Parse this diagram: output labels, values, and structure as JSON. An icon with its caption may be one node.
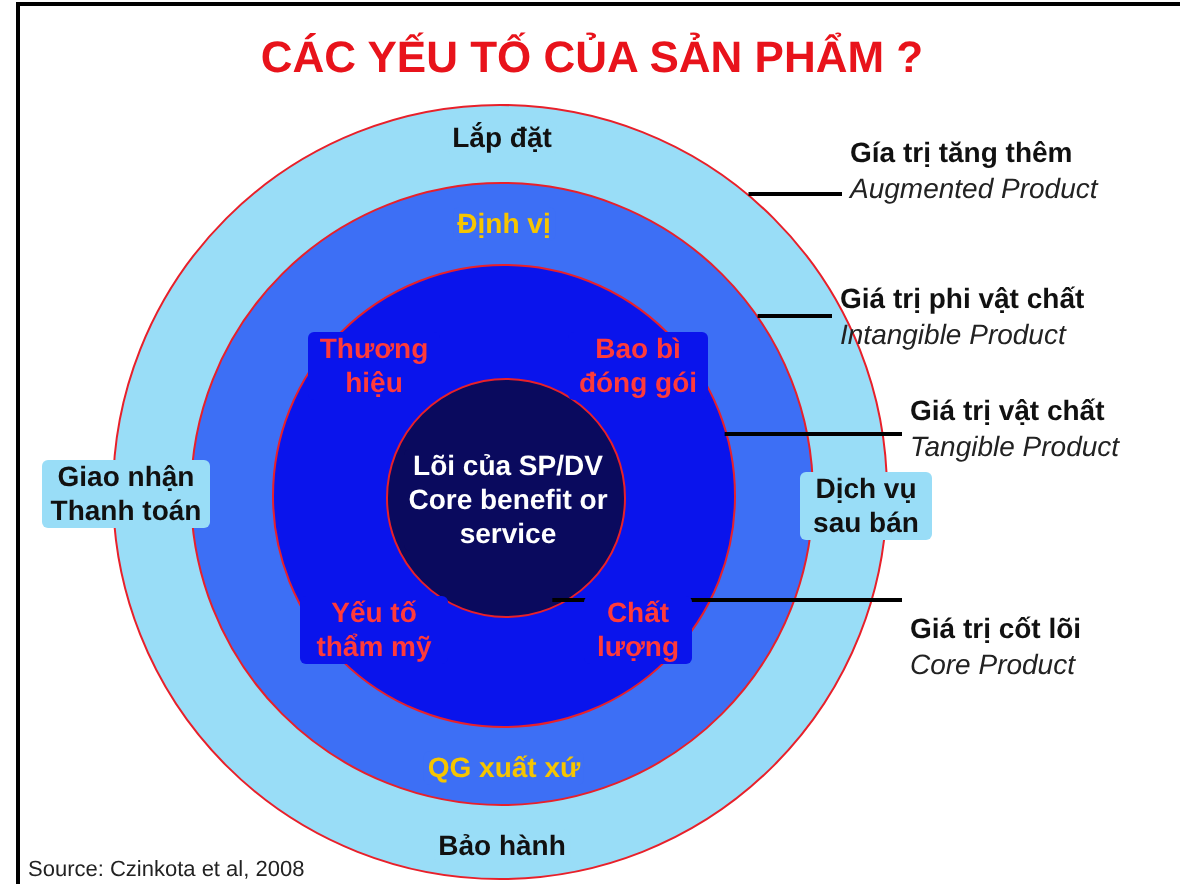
{
  "diagram": {
    "title": "CÁC YẾU TỐ CỦA SẢN PHẨM ?",
    "nodes": [
      {
        "text": [
          "Lắp đặt",
          "Giao nhận Thanh toán",
          "Dịch vụ sau bán",
          "Bảo hành"
        ]
      },
      {
        "text": [
          "Định vị",
          "QG xuất xứ"
        ],
        "in": 0
      },
      {
        "text": [
          "Thương hiệu",
          "Bao bì đóng gói",
          "Yếu tố thẩm mỹ",
          "Chất lượng"
        ],
        "in": 1
      },
      {
        "text": [
          "Lõi của SP/DV Core benefit or service"
        ],
        "in": 2
      },
      {
        "text": [
          "Gía trị tăng thêm",
          "Augmented Product"
        ]
      },
      {
        "text": [
          "Giá trị phi vật chất",
          "Intangible Product"
        ]
      },
      {
        "text": [
          "Giá trị vật chất",
          "Tangible Product"
        ]
      },
      {
        "text": [
          "Giá trị cốt lõi",
          "Core Product"
        ]
      }
    ],
    "edges": [
      {
        "from": 4,
        "to": 0,
        "arrow": "none"
      },
      {
        "from": 5,
        "to": 1,
        "arrow": "none"
      },
      {
        "from": 6,
        "to": 2,
        "arrow": "none"
      },
      {
        "from": 7,
        "to": 3,
        "arrow": "none"
      }
    ],
    "labels": [
      "Source: Czinkota et al, 2008"
    ]
  }
}
